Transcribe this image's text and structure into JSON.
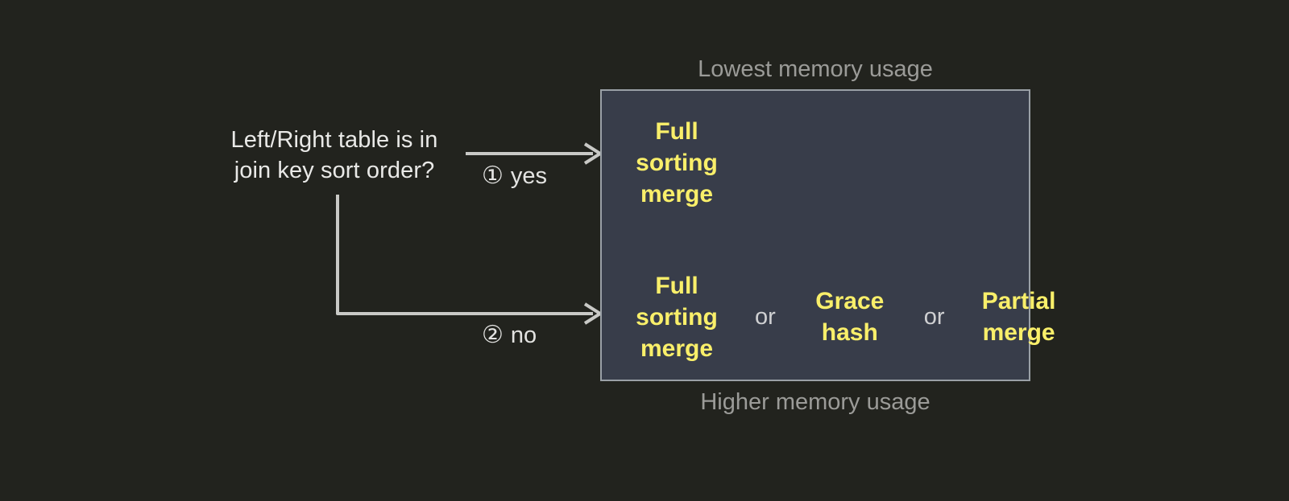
{
  "diagram": {
    "question": "Left/Right table is in\njoin key sort order?",
    "branches": [
      {
        "marker": "①",
        "label": "yes"
      },
      {
        "marker": "②",
        "label": "no"
      }
    ],
    "captions": {
      "top": "Lowest memory usage",
      "bottom": "Higher memory usage"
    },
    "panel": {
      "sorted_row": {
        "options": [
          "Full\nsorting\nmerge"
        ]
      },
      "unsorted_row": {
        "separator": "or",
        "options": [
          "Full\nsorting\nmerge",
          "Grace\nhash",
          "Partial\nmerge"
        ]
      }
    },
    "colors": {
      "background": "#22231e",
      "panel_fill": "#383d4a",
      "panel_border": "#9aa0a6",
      "option_text": "#f9ef6a",
      "body_text": "#e9e9e7",
      "caption_text": "#9b9b98",
      "connector": "#c9c9c6"
    }
  }
}
